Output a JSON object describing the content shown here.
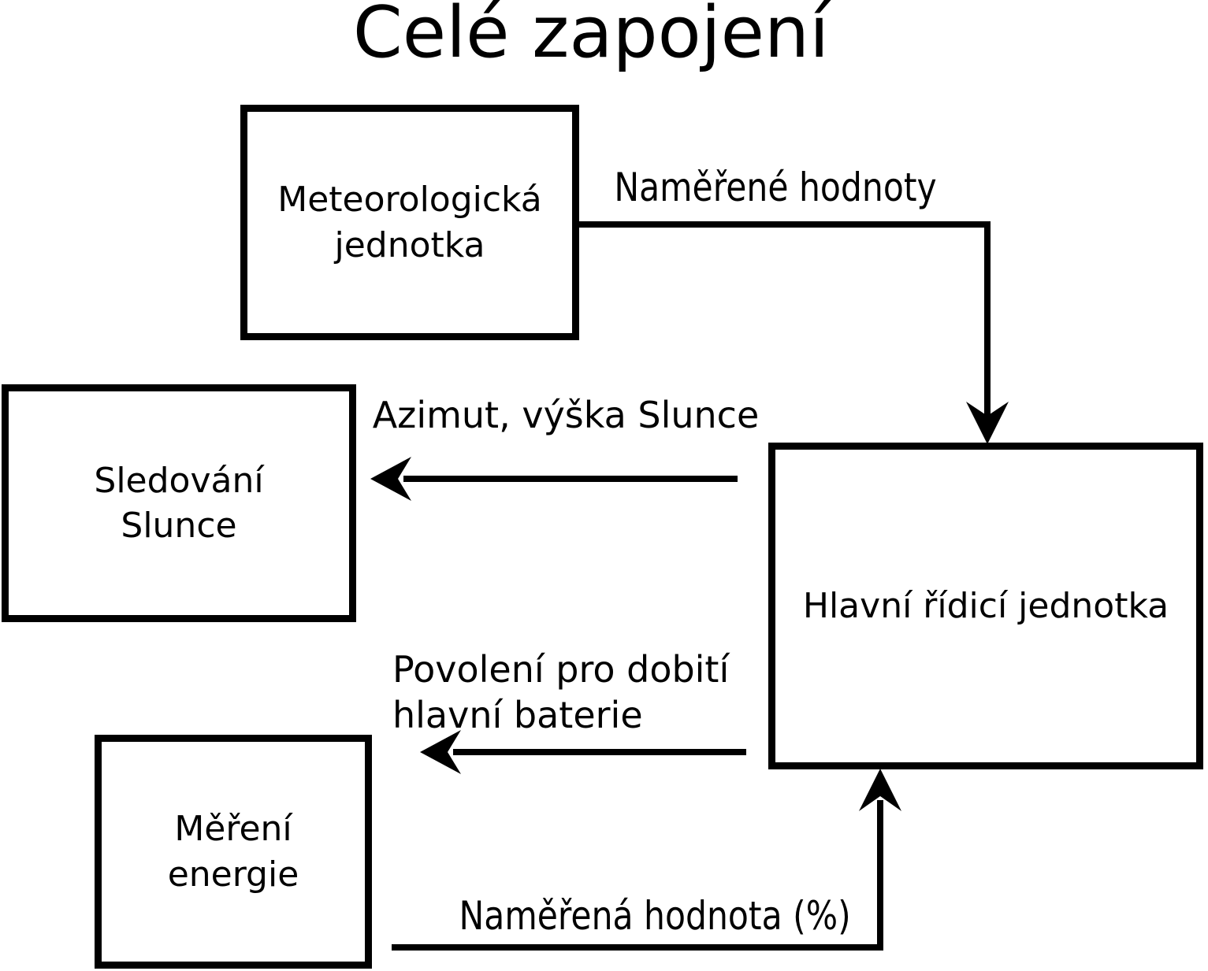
{
  "title": "Celé zapojení",
  "colors": {
    "background": "#ffffff",
    "stroke": "#000000",
    "text": "#000000"
  },
  "boxes": {
    "meteo": {
      "lines": [
        "Meteorologická",
        "jednotka"
      ]
    },
    "sun": {
      "lines": [
        "Sledování",
        "Slunce"
      ]
    },
    "energy": {
      "lines": [
        "Měření",
        "energie"
      ]
    },
    "main": {
      "lines": [
        "Hlavní řídicí jednotka"
      ]
    }
  },
  "arrows": {
    "meteo_to_main": {
      "label_lines": [
        "Naměřené hodnoty"
      ],
      "from": "Meteorologická jednotka",
      "to": "Hlavní řídicí jednotka"
    },
    "main_to_sun": {
      "label_lines": [
        "Azimut, výška Slunce"
      ],
      "from": "Hlavní řídicí jednotka",
      "to": "Sledování Slunce"
    },
    "main_to_left": {
      "label_lines": [
        "Povolení pro dobití",
        "hlavní baterie"
      ],
      "from": "Hlavní řídicí jednotka",
      "to": ""
    },
    "energy_to_main": {
      "label_lines": [
        "Naměřená hodnota (%)"
      ],
      "from": "Měření energie",
      "to": "Hlavní řídicí jednotka"
    }
  }
}
